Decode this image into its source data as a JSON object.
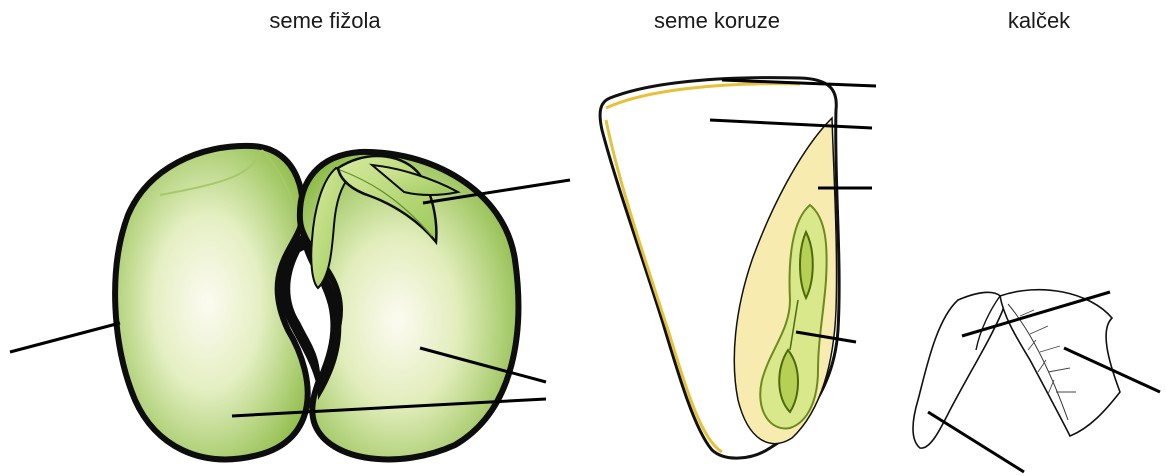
{
  "captions": {
    "bean": "seme fižola",
    "corn": "seme koruze",
    "germ": "kalček"
  },
  "colors": {
    "bean_light": "#fbfbf0",
    "bean_mid": "#c9df8f",
    "bean_dark": "#7fb03f",
    "leaf": "#b9d77a",
    "corn_endosperm": "#ffffff",
    "corn_scutellum": "#f7ebb0",
    "corn_embryo": "#d8e88a",
    "corn_embryo_dark": "#a9c24a",
    "corn_coat": "#e6c13a",
    "outline": "#111111"
  }
}
